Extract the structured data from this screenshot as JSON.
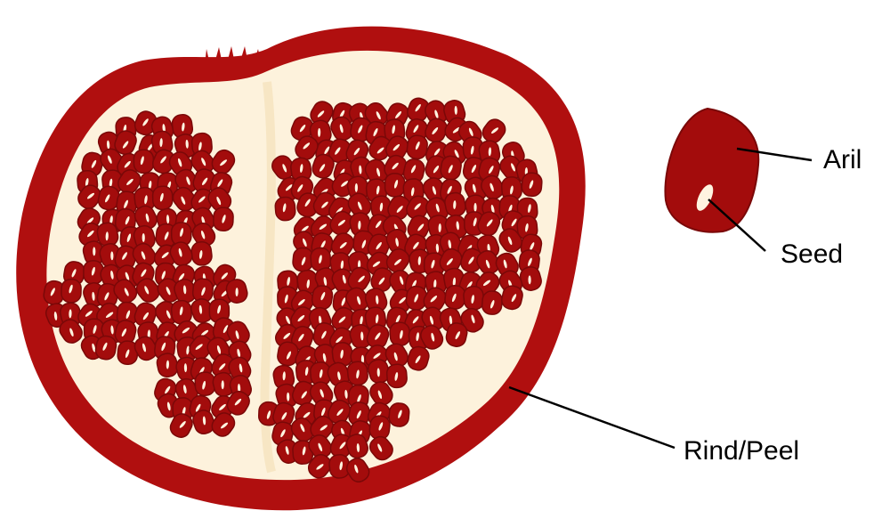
{
  "colors": {
    "rind": "#b00f0f",
    "pith": "#fdf2dc",
    "pith_shadow": "#f7e6c4",
    "aril": "#a30c0c",
    "aril_outline": "#7a0808",
    "seed": "#fff4e0",
    "leader_line": "#000000",
    "background": "#ffffff"
  },
  "labels": {
    "aril": "Aril",
    "seed": "Seed",
    "rind": "Rind/Peel"
  }
}
